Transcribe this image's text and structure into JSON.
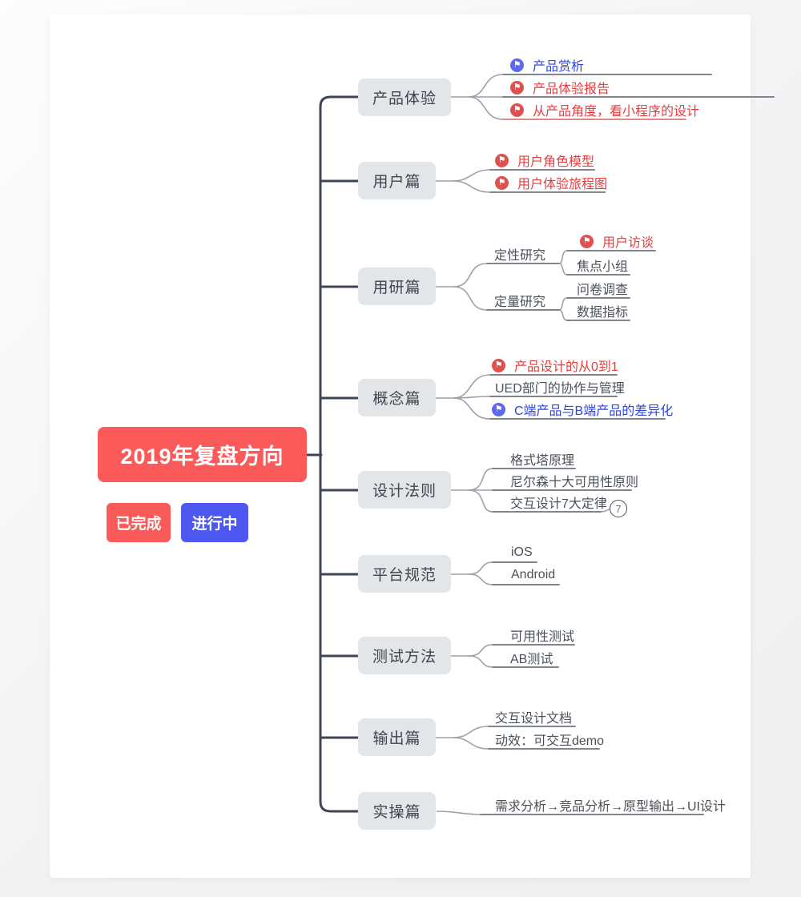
{
  "palette": {
    "done_red": "#fb5a5a",
    "in_progress_blue": "#4c58f0",
    "leaf_red_text": "#e73c3e",
    "leaf_blue_text": "#2e44e4",
    "topic_bg": "#e3e6e9",
    "trunk_line": "#3e4653",
    "branch_line": "#9aa1a8"
  },
  "icons": {
    "flag": "⚑"
  },
  "root": {
    "label": "2019年复盘方向"
  },
  "legend": {
    "done": {
      "label": "已完成"
    },
    "in_progress": {
      "label": "进行中"
    }
  },
  "branches": [
    {
      "label": "产品体验",
      "children": [
        {
          "label": "产品赏析",
          "status": "进行中"
        },
        {
          "label": "产品体验报告",
          "status": "已完成"
        },
        {
          "label": "从产品角度，看小程序的设计",
          "status": "已完成"
        }
      ]
    },
    {
      "label": "用户篇",
      "children": [
        {
          "label": "用户角色模型",
          "status": "已完成"
        },
        {
          "label": "用户体验旅程图",
          "status": "已完成"
        }
      ]
    },
    {
      "label": "用研篇",
      "children": [
        {
          "label": "定性研究",
          "children": [
            {
              "label": "用户访谈",
              "status": "已完成"
            },
            {
              "label": "焦点小组"
            }
          ]
        },
        {
          "label": "定量研究",
          "children": [
            {
              "label": "问卷调查"
            },
            {
              "label": "数据指标"
            }
          ]
        }
      ]
    },
    {
      "label": "概念篇",
      "children": [
        {
          "label": "产品设计的从0到1",
          "status": "已完成"
        },
        {
          "label": "UED部门的协作与管理"
        },
        {
          "label": "C端产品与B端产品的差异化",
          "status": "进行中"
        }
      ]
    },
    {
      "label": "设计法则",
      "children": [
        {
          "label": "格式塔原理"
        },
        {
          "label": "尼尔森十大可用性原则"
        },
        {
          "label": "交互设计7大定律",
          "collapsed_count": "7"
        }
      ]
    },
    {
      "label": "平台规范",
      "children": [
        {
          "label": "iOS"
        },
        {
          "label": "Android"
        }
      ]
    },
    {
      "label": "测试方法",
      "children": [
        {
          "label": "可用性测试"
        },
        {
          "label": "AB测试"
        }
      ]
    },
    {
      "label": "输出篇",
      "children": [
        {
          "label": "交互设计文档"
        },
        {
          "label": "动效：可交互demo"
        }
      ]
    },
    {
      "label": "实操篇",
      "children": [
        {
          "label": "需求分析→竞品分析→原型输出→UI设计"
        }
      ]
    }
  ]
}
